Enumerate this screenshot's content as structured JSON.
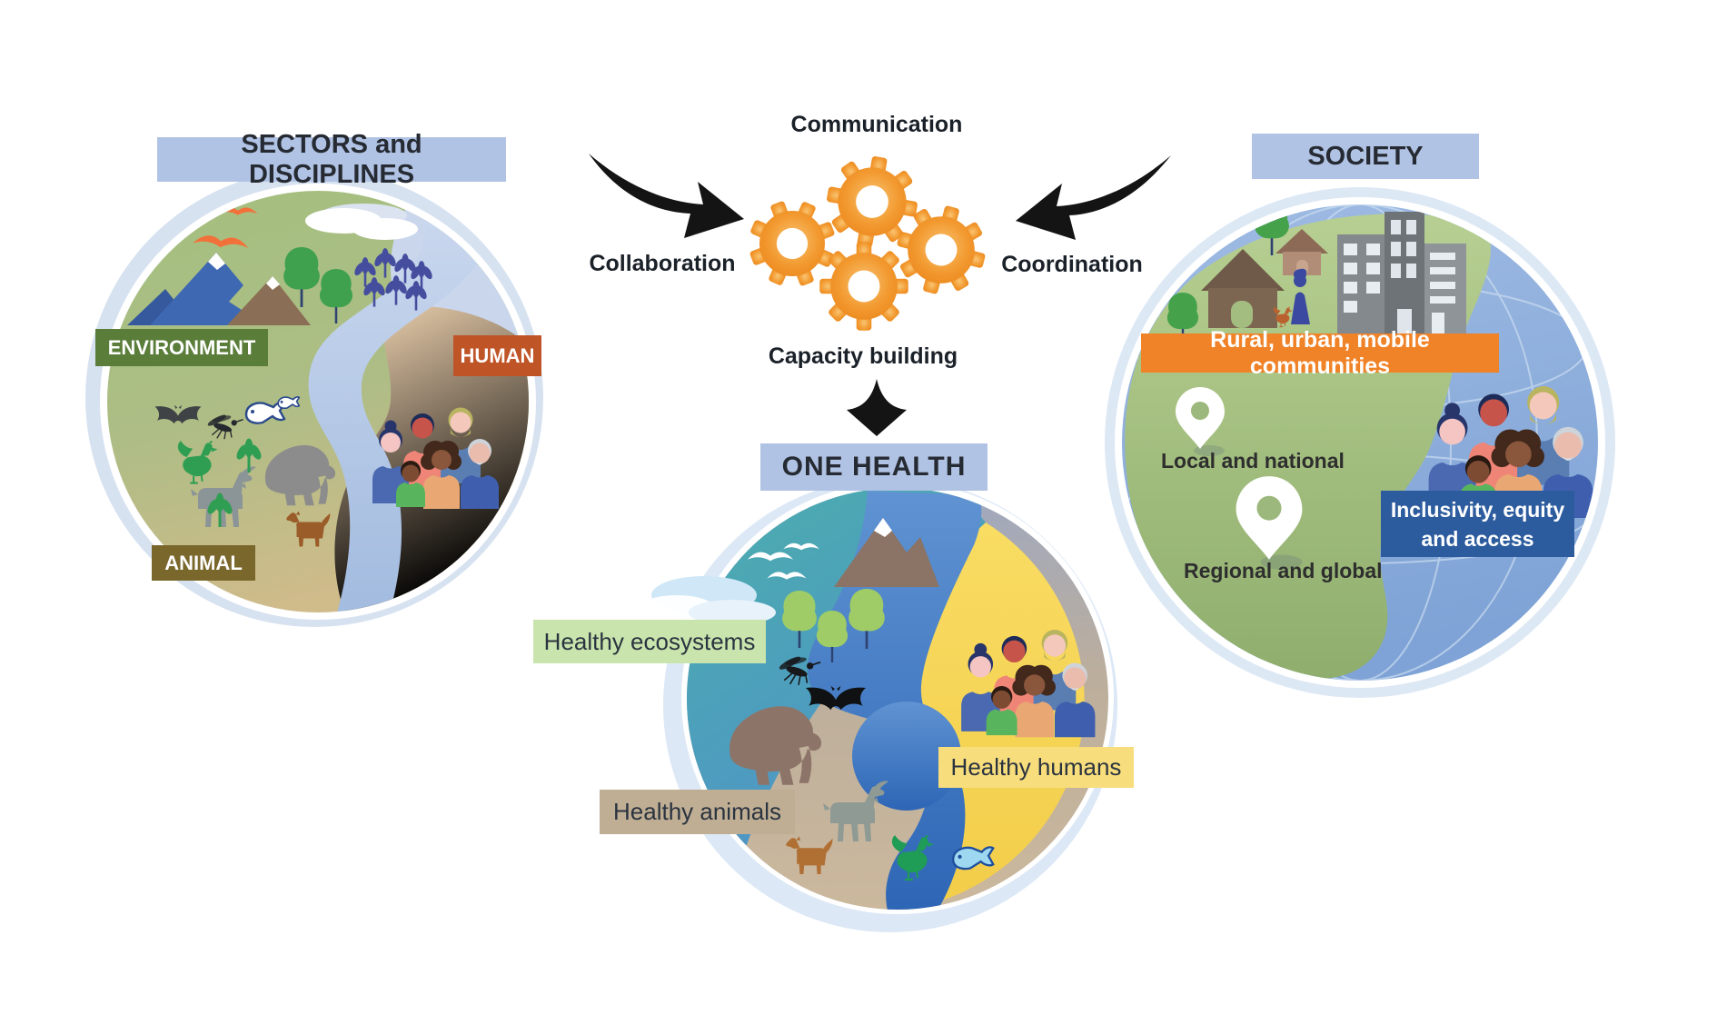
{
  "sectors": {
    "title": "SECTORS and DISCIPLINES",
    "environment": "ENVIRONMENT",
    "human": "HUMAN",
    "animal": "ANIMAL"
  },
  "process": {
    "top": "Communication",
    "left": "Collaboration",
    "right": "Coordination",
    "bottom": "Capacity building"
  },
  "one_health": {
    "title": "ONE HEALTH",
    "ecosystems": "Healthy ecosystems",
    "animals": "Healthy animals",
    "humans": "Healthy humans"
  },
  "society": {
    "title": "SOCIETY",
    "communities": "Rural, urban, mobile communities",
    "local": "Local and national",
    "regional": "Regional and global",
    "inclusivity_lines": [
      "Inclusivity, equity",
      "and access"
    ]
  },
  "colors": {
    "header_banner_blue": "#b1c3e4",
    "environment_green": "#5a7d3a",
    "human_orange": "#bf5427",
    "animal_olive": "#7a672c",
    "communities_orange": "#f08227",
    "inclusivity_blue": "#2d5c9e",
    "ecosystems_green": "#c9e5ad",
    "animals_tan": "#bfae93",
    "humans_yellow": "#f8dd7c",
    "gear_orange": "#f0942c",
    "arrow_black": "#141414"
  }
}
